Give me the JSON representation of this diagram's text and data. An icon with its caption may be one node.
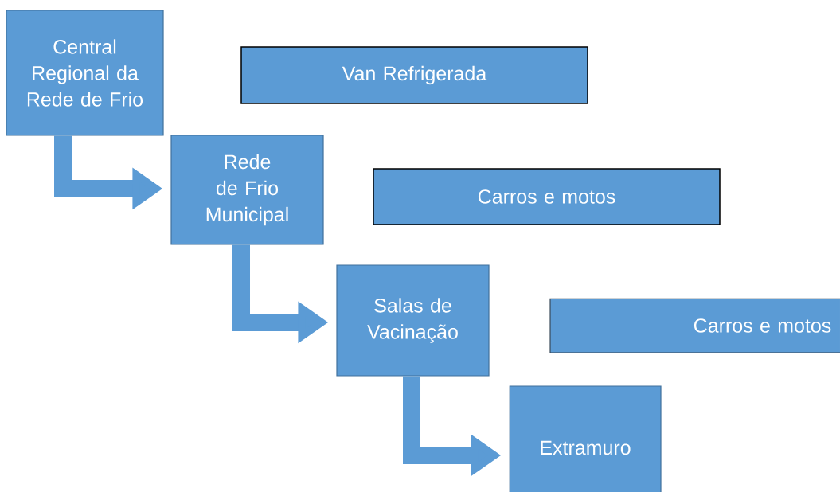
{
  "diagram": {
    "nodes": [
      {
        "text": [
          "Central Regional da Rede de Frio"
        ]
      },
      {
        "text": [
          "Van Refrigerada"
        ]
      },
      {
        "text": [
          "Rede de Frio Municipal"
        ]
      },
      {
        "text": [
          "Carros e motos"
        ]
      },
      {
        "text": [
          "Salas de Vacinação"
        ]
      },
      {
        "text": [
          "Carros e motos"
        ]
      },
      {
        "text": [
          "Extramuro"
        ]
      }
    ],
    "edges": [
      {
        "from": 0,
        "to": 2,
        "arrow": "to"
      },
      {
        "from": 2,
        "to": 4,
        "arrow": "to"
      },
      {
        "from": 4,
        "to": 6,
        "arrow": "to"
      }
    ]
  }
}
